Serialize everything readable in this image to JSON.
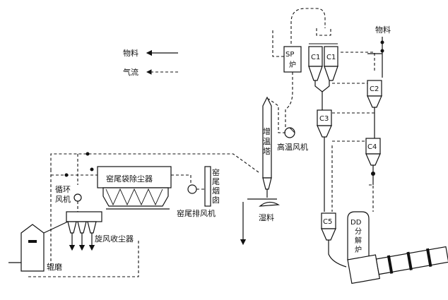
{
  "legend": {
    "material": "物料",
    "airflow": "气流"
  },
  "labels": {
    "material_feed_top": "物料",
    "sp_furnace": "SP炉",
    "c1_left": "C1",
    "c1_right": "C1",
    "c2": "C2",
    "c3": "C3",
    "c4": "C4",
    "c5": "C5",
    "high_temp_fan": "高温风机",
    "conditioning_tower": "增温塔",
    "wet_material": "湿料",
    "kiln_tail_bag_filter": "窑尾袋除尘器",
    "kiln_tail_chimney": "窑尾烟囱",
    "kiln_tail_exhaust_fan": "窑尾排风机",
    "circulating_fan": "循环风机",
    "cyclone_collector": "旋风收尘器",
    "roller_mill": "辊磨",
    "dd_calciner": "DD分解炉"
  }
}
